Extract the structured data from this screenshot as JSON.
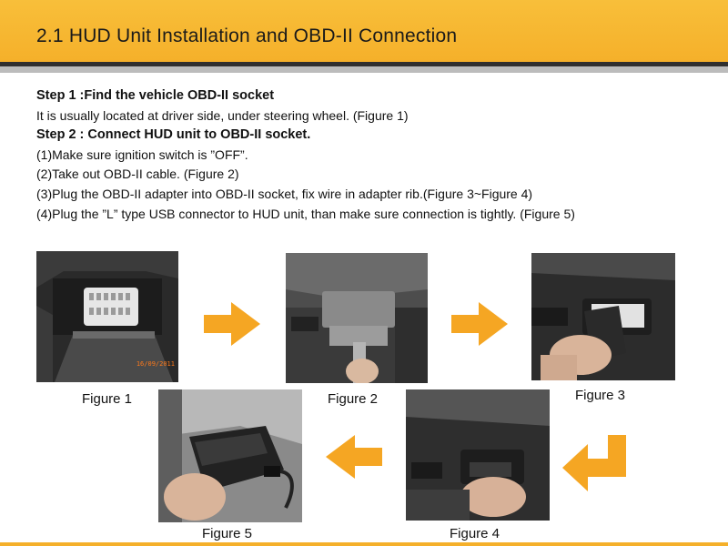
{
  "header": {
    "title": "2.1 HUD Unit Installation and OBD-II Connection"
  },
  "steps": {
    "step1_title": "Step 1 :Find the vehicle OBD-II socket",
    "step1_text": "It is usually located at driver side, under steering wheel. (Figure 1)",
    "step2_title": "Step 2 : Connect HUD unit to OBD-II socket.",
    "step2_items": [
      "(1)Make sure ignition switch is ”OFF”.",
      "(2)Take out OBD-II cable. (Figure 2)",
      "(3)Plug the OBD-II adapter into OBD-II socket, fix wire in adapter rib.(Figure 3~Figure 4)",
      "(4)Plug the ”L” type USB  connector to HUD unit, than make sure connection is tightly. (Figure 5)"
    ]
  },
  "figures": [
    {
      "caption": "Figure 1",
      "photo_stamp": "16/09/2011"
    },
    {
      "caption": "Figure 2"
    },
    {
      "caption": "Figure 3"
    },
    {
      "caption": "Figure 4"
    },
    {
      "caption": "Figure 5"
    }
  ],
  "colors": {
    "accent": "#f5a623",
    "header_band": "#f5b02a",
    "rule_dark": "#2f2f2f",
    "rule_grey": "#bcbcbc"
  }
}
